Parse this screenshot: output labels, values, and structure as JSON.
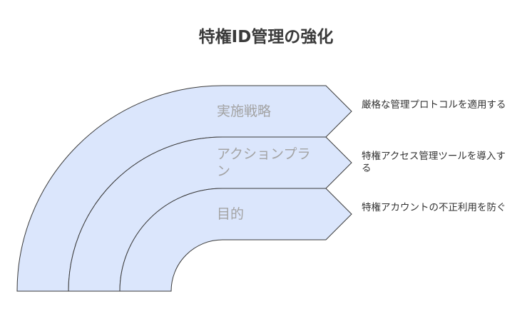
{
  "title": "特権ID管理の強化",
  "colors": {
    "band_fill": "#dbe6fc",
    "band_stroke": "#3a3a3a",
    "label_text": "#a3a3a3",
    "title_text": "#3a3a3a",
    "desc_text": "#333333"
  },
  "layers": [
    {
      "label": "実施戦略",
      "description": "厳格な管理プロトコルを適用する"
    },
    {
      "label": "アクションプラン",
      "description": "特権アクセス管理ツールを導入する"
    },
    {
      "label": "目的",
      "description": "特権アカウントの不正利用を防ぐ"
    }
  ]
}
